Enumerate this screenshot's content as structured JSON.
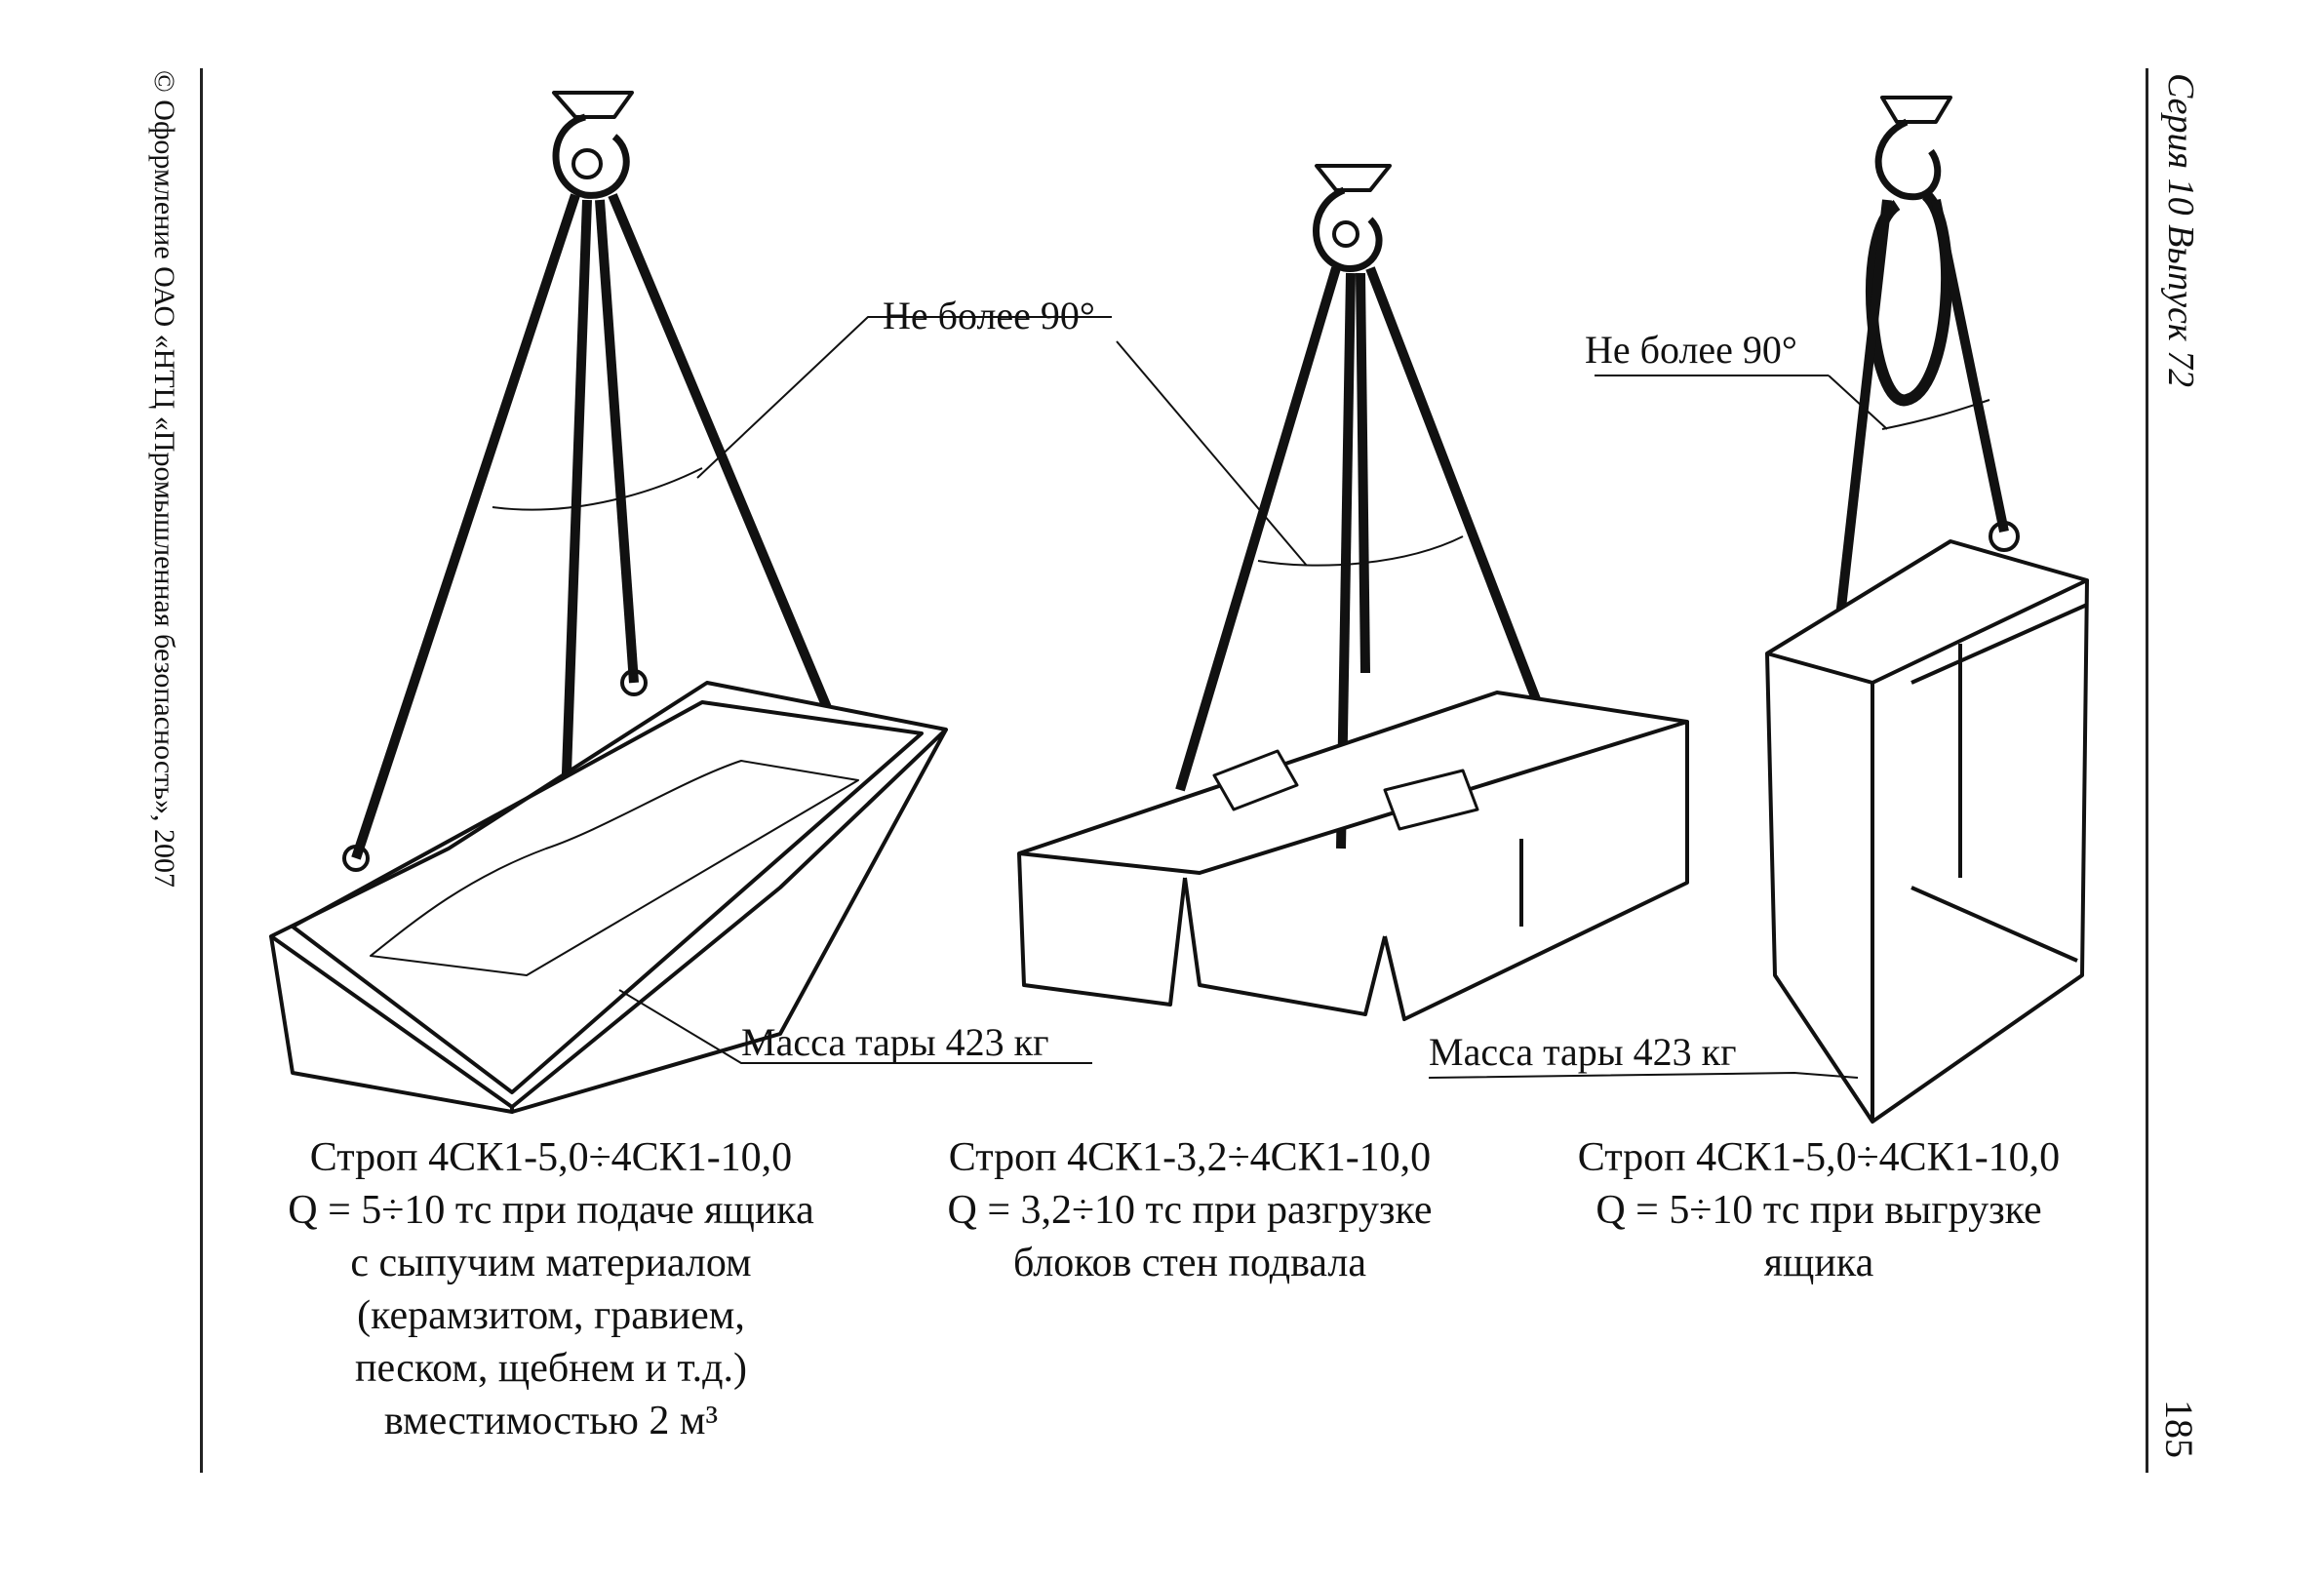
{
  "copyright": "© Оформление ОАО «НТЦ «Промышленная безопасность», 2007",
  "series": "Серия 10 Выпуск 72",
  "page_number": "185",
  "figures": [
    {
      "angle_label": "Не более 90°",
      "mass_label": "Масса тары 423 кг",
      "caption": [
        "Строп 4СК1-5,0÷4СК1-10,0",
        "Q = 5÷10 тс при подаче ящика",
        "с сыпучим материалом",
        "(керамзитом, гравием,",
        "песком, щебнем и т.д.)",
        "вместимостью 2 м³"
      ]
    },
    {
      "angle_label": "Не более 90°",
      "caption": [
        "Строп 4СК1-3,2÷4СК1-10,0",
        "Q = 3,2÷10 тс при разгрузке",
        "блоков стен подвала"
      ]
    },
    {
      "angle_label": "Не более 90°",
      "mass_label": "Масса тары 423 кг",
      "caption": [
        "Строп 4СК1-5,0÷4СК1-10,0",
        "Q = 5÷10 тс при выгрузке",
        "ящика"
      ]
    }
  ]
}
